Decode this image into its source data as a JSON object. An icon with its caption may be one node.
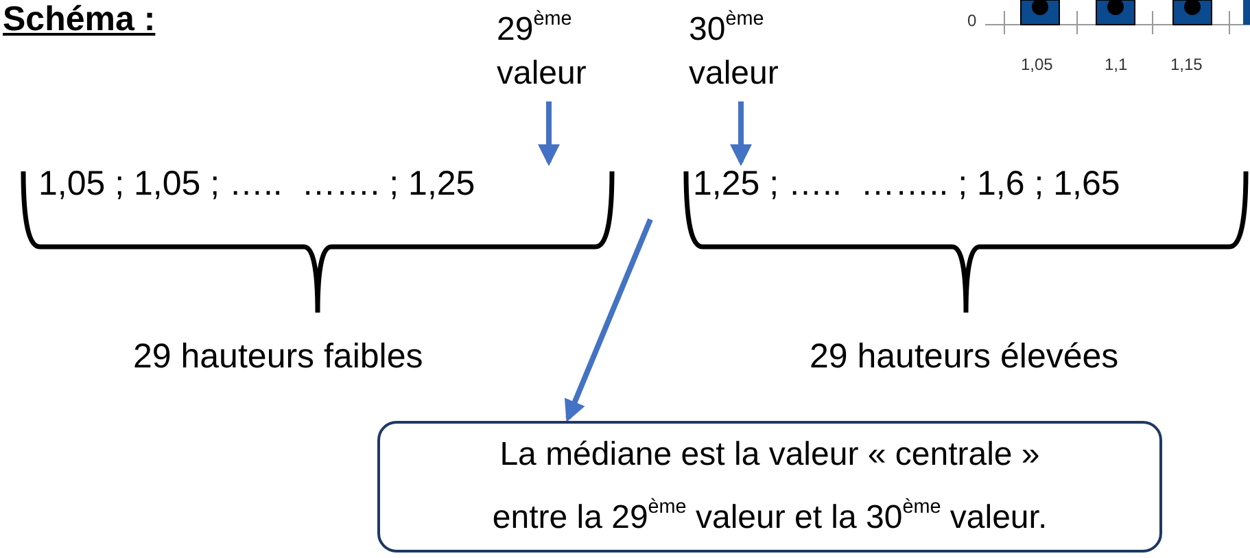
{
  "diagram": {
    "title": "Schéma :",
    "nodes": [
      {
        "text": [
          "29$^{ème}$ valeur"
        ]
      },
      {
        "text": [
          "30$^{ème}$ valeur"
        ]
      },
      {
        "text": [
          "1,05 ; 1,05 ; …..  ……. ; 1,25"
        ]
      },
      {
        "text": [
          "1,25 ; …..  …….. ; 1,6 ; 1,65"
        ]
      },
      {
        "text": [
          "La médiane est la valeur « centrale » entre la 29$^{ème}$ valeur et la 30$^{ème}$ valeur."
        ]
      }
    ],
    "edges": [
      {
        "from": 0,
        "to": 2,
        "arrow": "to"
      },
      {
        "from": 1,
        "to": 3,
        "arrow": "to"
      },
      {
        "from": null,
        "to": 4,
        "arrow": "to"
      }
    ],
    "labels": [
      "0",
      "1,05",
      "1,1",
      "1,15",
      "29 hauteurs faibles",
      "29 hauteurs élevées"
    ]
  }
}
